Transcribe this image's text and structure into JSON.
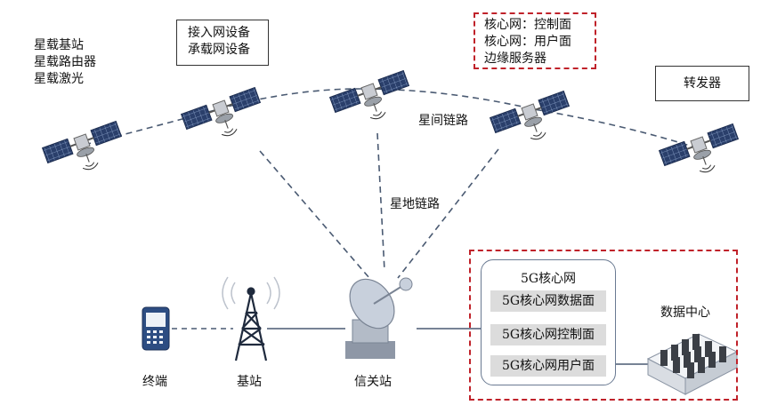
{
  "boxes": {
    "satellite_equipment": [
      "星载基站",
      "星载路由器",
      "星载激光"
    ],
    "access_network": [
      "接入网设备",
      "承载网设备"
    ],
    "core_edge": [
      "核心网：控制面",
      "核心网：用户面",
      "边缘服务器"
    ],
    "relay": [
      "转发器"
    ]
  },
  "links": {
    "inter_satellite": "星间链路",
    "satellite_ground": "星地链路"
  },
  "ground": {
    "terminal": "终端",
    "base_station": "基站",
    "gateway": "信关站"
  },
  "core_network": {
    "title": "5G核心网",
    "planes": [
      "5G核心网数据面",
      "5G核心网控制面",
      "5G核心网用户面"
    ]
  },
  "data_center": "数据中心",
  "colors": {
    "red_dashed": "#c0222a",
    "link_dashed": "#4a5a72",
    "panel_blue": "#2a3f6b",
    "grey_fill": "#dcdcdc"
  }
}
